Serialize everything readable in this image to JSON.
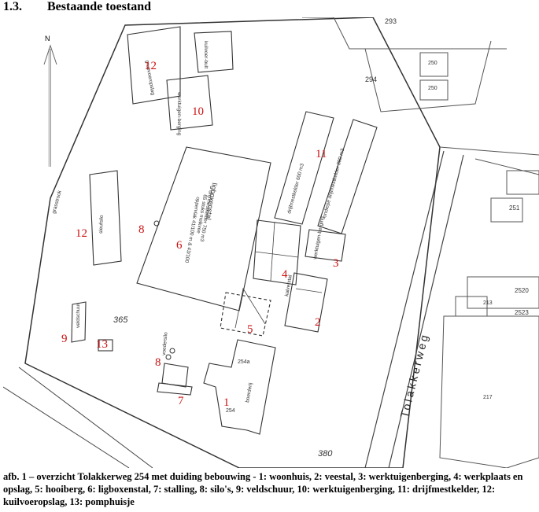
{
  "heading": {
    "number": "1.3.",
    "title": "Bestaande toestand"
  },
  "map": {
    "north_label": "N",
    "street_name": "Tolakkerweg",
    "parcel_numbers": [
      "293",
      "294",
      "250",
      "250",
      "251",
      "2520",
      "2523",
      "213",
      "217",
      "365",
      "380",
      "254",
      "254a"
    ],
    "building_labels": [
      "kuilvoer-bult",
      "werktuigen-berging",
      "ligboxenstal",
      "drijfmestkelder 750 m3",
      "65 stuks melkvee",
      "oppervlak 41/100 m & 43/100",
      "grupvoeropslag",
      "drijfmestkelder 600 m3",
      "ondiepe drijfmestkelder 300 m3",
      "kalverstal",
      "werktuigen-berging",
      "veldschuur",
      "boerderij",
      "sleufsilo",
      "grasstrook",
      "voedersilo"
    ],
    "markers": [
      {
        "id": "12",
        "label": "12"
      },
      {
        "id": "10",
        "label": "10"
      },
      {
        "id": "11",
        "label": "11"
      },
      {
        "id": "12b",
        "label": "12"
      },
      {
        "id": "8a",
        "label": "8"
      },
      {
        "id": "6",
        "label": "6"
      },
      {
        "id": "3",
        "label": "3"
      },
      {
        "id": "4",
        "label": "4"
      },
      {
        "id": "2",
        "label": "2"
      },
      {
        "id": "5",
        "label": "5"
      },
      {
        "id": "9",
        "label": "9"
      },
      {
        "id": "13",
        "label": "13"
      },
      {
        "id": "8b",
        "label": "8"
      },
      {
        "id": "7",
        "label": "7"
      },
      {
        "id": "1",
        "label": "1"
      }
    ],
    "colors": {
      "marker": "#cc1111",
      "line": "#333333",
      "thin_line": "#777777"
    }
  },
  "caption": "afb. 1 – overzicht Tolakkerweg 254 met duiding bebouwing - 1: woonhuis, 2: veestal, 3: werktuigenberging, 4: werkplaats en opslag, 5: hooiberg, 6: ligboxenstal, 7: stalling, 8: silo's, 9: veldschuur, 10: werktuigenberging, 11: drijfmestkelder, 12: kuilvoeropslag, 13: pomphuisje"
}
